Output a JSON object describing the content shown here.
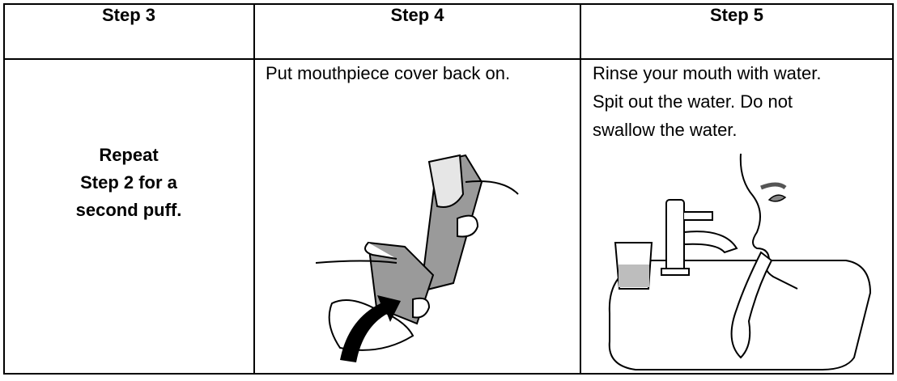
{
  "table": {
    "headers": [
      "Step 3",
      "Step 4",
      "Step 5"
    ],
    "step3": {
      "lines": [
        "Repeat",
        "Step 2 for a",
        "second puff."
      ]
    },
    "step4": {
      "text": "Put mouthpiece cover back on."
    },
    "step5": {
      "lines": [
        "Rinse your mouth with water.",
        "Spit out the water. Do not",
        "swallow the water."
      ]
    }
  }
}
